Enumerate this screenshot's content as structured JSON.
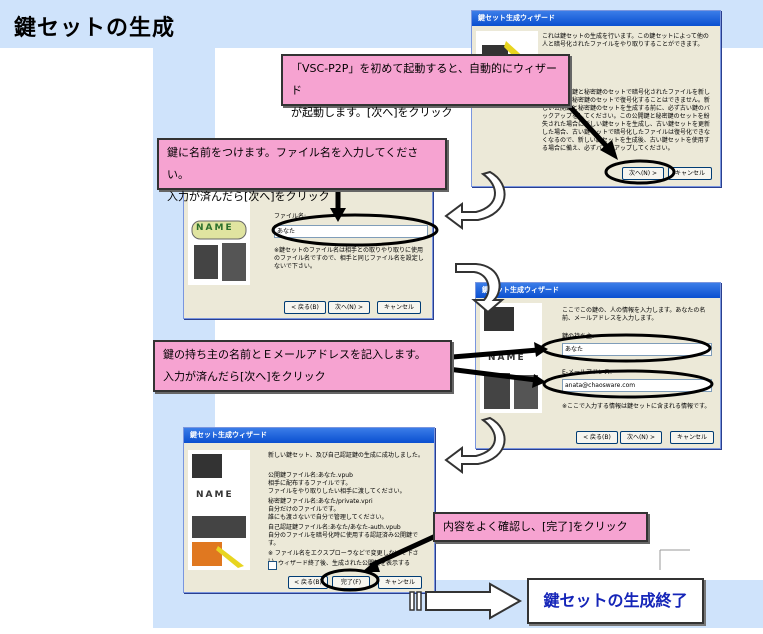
{
  "header": {
    "title": "鍵セットの生成"
  },
  "windows": {
    "w1": {
      "title": "鍵セット生成ウィザード",
      "intro": "これは鍵セットの生成を行います。この鍵セットによって他の人と暗号化されたファイルをやり取りすることができます。",
      "body": "新しい公開鍵と秘密鍵のセットで暗号化されたファイルを新しい公開鍵と秘密鍵のセットで復号化することはできません。新しい公開鍵と秘密鍵のセットを生成する前に、必ず古い鍵のバックアップをしてください。この公開鍵と秘密鍵のセットを紛失された場合に新しい鍵セットを生成し、古い鍵セットを更新した場合、古い鍵セットで暗号化したファイルは復号化できなくなるので、新しい鍵セットを生成後、古い鍵セットを使用する場合に備え、必ずバックアップしてください。",
      "next": "次へ(N) >",
      "cancel": "キャンセル"
    },
    "w2": {
      "name_tag": "NAME",
      "file_label": "ファイル名:",
      "file_value": "あなた",
      "note": "※鍵セットのファイル名は相手との取りやり取りに使用のファイル名ですので、相手と同じファイル名を設定しないで下さい。",
      "back": "< 戻る(B)",
      "next": "次へ(N) >",
      "cancel": "キャンセル"
    },
    "w3": {
      "title": "鍵セット生成ウィザード",
      "intro": "ここでこの鍵の、人の情報を入力します。あなたの名前、メールアドレスを入力します。",
      "name_tag": "NAME",
      "owner_label": "鍵の持ち主:",
      "owner_value": "あなた",
      "email_label": "E-メールアドレス:",
      "email_value": "anata@chaosware.com",
      "note": "※ここで入力する情報は鍵セットに含まれる情報です。",
      "back": "< 戻る(B)",
      "next": "次へ(N) >",
      "cancel": "キャンセル"
    },
    "w4": {
      "title": "鍵セット生成ウィザード",
      "intro": "新しい鍵セット、及び自己認証鍵の生成に成功しました。",
      "name_tag": "NAME",
      "pub": "公開鍵ファイル名:あなた.vpub\n 相手に配布するファイルです。\n ファイルをやり取りしたい相手に渡してください。",
      "pri": "秘密鍵ファイル名:あなた/private.vpri\n 自分だけのファイルです。\n 誰にも渡さないで自分で管理してください。",
      "auth": "自己認証鍵ファイル名:あなた/あなた-auth.vpub\n 自分のファイルを暗号化時に使用する認証済み公開鍵です。",
      "explorer": "※ ファイル名をエクスプローラなどで変更しないで下さい。",
      "checkbox": "ウィザード終了後、生成された公開鍵を表示する",
      "back": "< 戻る(B)",
      "finish": "完了(F)",
      "cancel": "キャンセル"
    }
  },
  "callouts": {
    "c1_line1": "「VSC-P2P」を初めて起動すると、自動的にウィザード",
    "c1_line2": "が起動します。[次へ]をクリック",
    "c2_line1": "鍵に名前をつけます。ファイル名を入力してください。",
    "c2_line2": "入力が済んだら[次へ]をクリック",
    "c3_line1": "鍵の持ち主の名前とＥメールアドレスを記入します。",
    "c3_line2": "入力が済んだら[次へ]をクリック",
    "c4": "内容をよく確認し、[完了]をクリック"
  },
  "final": {
    "label": "鍵セットの生成終了"
  }
}
